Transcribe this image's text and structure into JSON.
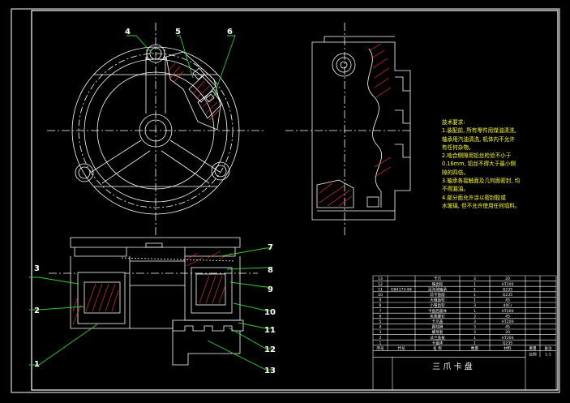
{
  "callouts": [
    "1",
    "2",
    "3",
    "4",
    "5",
    "6",
    "7",
    "8",
    "9",
    "10",
    "11",
    "12",
    "13"
  ],
  "notes": {
    "heading": "技术要求:",
    "lines": [
      "1.装配前, 所有零件用煤油清洗,",
      "轴承用汽油清洗, 机体内不允许",
      "有任何杂物。",
      "2.啮合侧隙用铅丝检验不小于",
      "0.16mm, 铅丝不得大于最小侧",
      "隙的四倍。",
      "3.轴承各接触面及几何面密封, 均",
      "不得漏油。",
      "4.部分面允许涂以密封胶或",
      "水玻璃, 但不允许使用任何填料。"
    ]
  },
  "bom": {
    "header": [
      "序号",
      "代号",
      "名  称",
      "数量",
      "材料",
      "重量",
      "备注"
    ],
    "rows": [
      [
        "13",
        "",
        "卡爪",
        "3",
        "20",
        "",
        ""
      ],
      [
        "12",
        "",
        "锥齿轮",
        "1",
        "HT200",
        "",
        ""
      ],
      [
        "11",
        "GB4173-84",
        "深沟球轴承",
        "1",
        "Q235",
        "",
        ""
      ],
      [
        "10",
        "",
        "前卡盘座",
        "1",
        "Q235",
        "",
        ""
      ],
      [
        "9",
        "",
        "大锥齿轮",
        "1",
        "45",
        "",
        ""
      ],
      [
        "8",
        "",
        "小锥齿轮",
        "3",
        "40Cr",
        "",
        ""
      ],
      [
        "7",
        "",
        "卡盘后座体",
        "1",
        "HT200",
        "",
        ""
      ],
      [
        "6",
        "",
        "夹紧螺钉",
        "3",
        "45",
        "",
        ""
      ],
      [
        "5",
        "",
        "卡爪盖",
        "3",
        "HT200",
        "",
        ""
      ],
      [
        "4",
        "",
        "圆柱销",
        "3",
        "45",
        "",
        ""
      ],
      [
        "3",
        "",
        "螺母套",
        "3",
        "20",
        "",
        ""
      ],
      [
        "2",
        "",
        "法兰盖板",
        "1",
        "HT200",
        "",
        ""
      ],
      [
        "1",
        "",
        "卡盘体",
        "1",
        "Q235",
        "",
        ""
      ]
    ],
    "title": "三 爪 卡 盘",
    "scale_label": "比例",
    "scale": "1:1"
  }
}
